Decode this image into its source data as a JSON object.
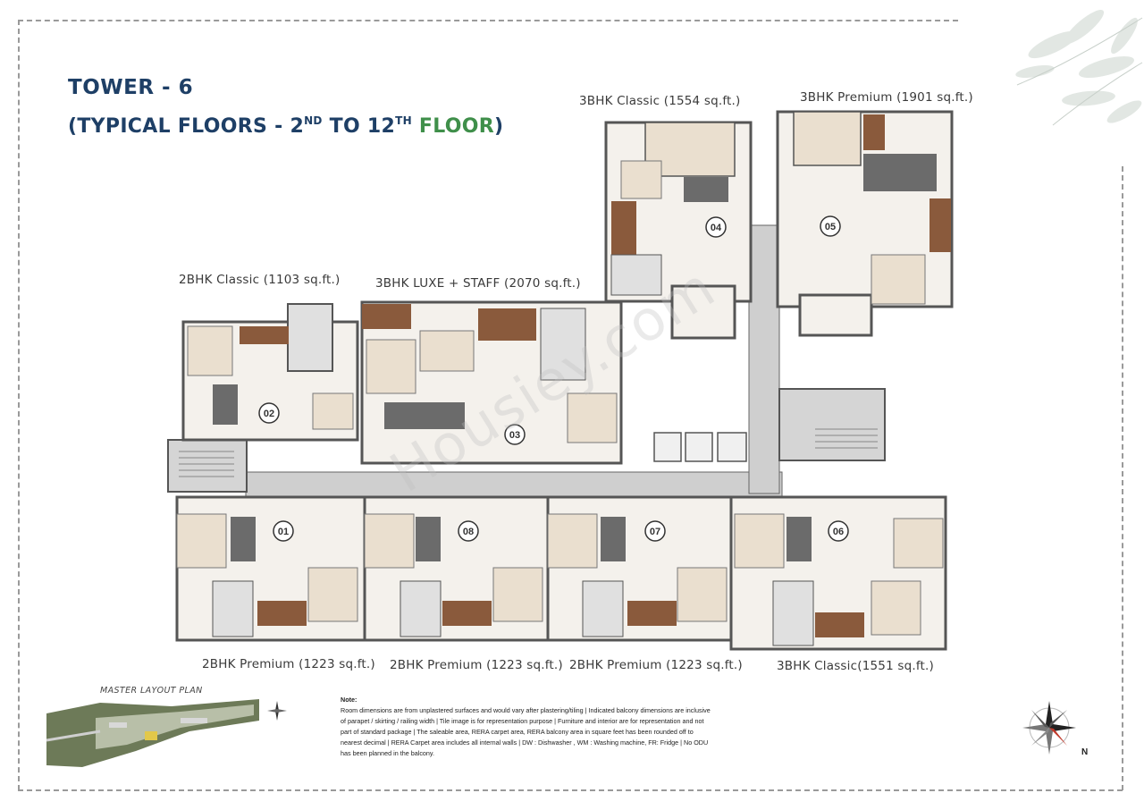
{
  "title": {
    "line1": "TOWER - 6",
    "line2_prefix": "(TYPICAL FLOORS - 2",
    "sup1": "ND",
    "line2_mid": " TO 12",
    "sup2": "TH",
    "line2_floor": " FLOOR",
    "line2_close": ")"
  },
  "units": [
    {
      "id": "01",
      "label": "2BHK Premium (1223 sq.ft.)"
    },
    {
      "id": "02",
      "label": "2BHK Classic  (1103 sq.ft.)"
    },
    {
      "id": "03",
      "label": "3BHK LUXE + STAFF (2070 sq.ft.)"
    },
    {
      "id": "04",
      "label": "3BHK Classic (1554 sq.ft.)"
    },
    {
      "id": "05",
      "label": "3BHK Premium (1901 sq.ft.)"
    },
    {
      "id": "06",
      "label": "3BHK Classic(1551 sq.ft.)"
    },
    {
      "id": "07",
      "label": "2BHK Premium (1223 sq.ft.)"
    },
    {
      "id": "08",
      "label": "2BHK Premium (1223 sq.ft.)"
    }
  ],
  "map_title": "MASTER LAYOUT PLAN",
  "note": {
    "heading": "Note:",
    "text": "Room dimensions are from unplastered surfaces and would vary after plastering/tiling  |  Indicated balcony dimensions are inclusive of parapet / skirting / railing width  |  Tile image is for representation purpose  |  Furniture and interior are for representation and not part of standard package  |  The saleable area, RERA carpet area, RERA balcony area in square feet has been rounded off to nearest decimal  |  RERA Carpet area includes all internal walls  |  DW : Dishwasher , WM : Washing machine, FR: Fridge  |  No ODU has been planned in the balcony."
  },
  "compass": {
    "north_label": "N"
  },
  "watermark": "Housiey.com",
  "colors": {
    "title_blue": "#1e3f66",
    "title_green": "#3f8f4a",
    "wall": "#555555",
    "corridor": "#cfcfcf",
    "wood": "#8a5a3c",
    "floor": "#f4f1ec"
  },
  "icons": [
    "leaves-decoration-icon",
    "compass-rose-icon",
    "master-plan-map-icon",
    "north-arrow-icon"
  ]
}
